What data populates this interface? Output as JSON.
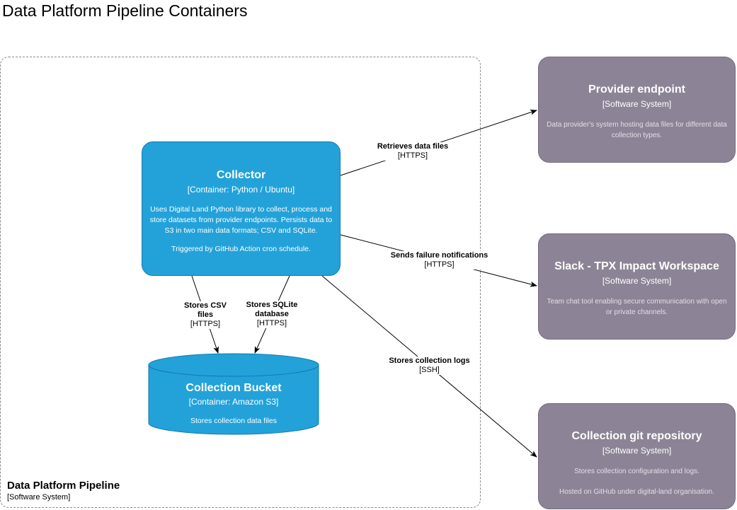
{
  "title": "Data Platform Pipeline Containers",
  "boundary": {
    "name": "Data Platform Pipeline",
    "type": "[Software System]"
  },
  "collector": {
    "name": "Collector",
    "type": "[Container: Python / Ubuntu]",
    "description": "Uses Digital Land Python library to collect, process and store datasets from provider endpoints. Persists data to S3 in two main data formats; CSV and SQLite.",
    "note": "Triggered by GitHub Action cron schedule."
  },
  "bucket": {
    "name": "Collection Bucket",
    "type": "[Container: Amazon S3]",
    "description": "Stores collection data files"
  },
  "provider": {
    "name": "Provider endpoint",
    "type": "[Software System]",
    "description": "Data provider's system hosting data files for different data collection types."
  },
  "slack": {
    "name": "Slack - TPX Impact Workspace",
    "type": "[Software System]",
    "description": "Team chat tool enabling secure communication with open or private channels."
  },
  "gitrepo": {
    "name": "Collection git repository",
    "type": "[Software System]",
    "description": "Stores collection configuration and logs.",
    "note": "Hosted on GitHub under digital-land organisation."
  },
  "relations": {
    "retrieves": {
      "label": "Retrieves data files",
      "tech": "[HTTPS]"
    },
    "failure": {
      "label": "Sends failure notifications",
      "tech": "[HTTPS]"
    },
    "logs": {
      "label": "Stores collection logs",
      "tech": "[SSH]"
    },
    "csv": {
      "label_1": "Stores CSV",
      "label_2": "files",
      "tech": "[HTTPS]"
    },
    "sqlite": {
      "label_1": "Stores SQLite",
      "label_2": "database",
      "tech": "[HTTPS]"
    }
  },
  "colors": {
    "container": "#23a2d9",
    "external": "#8c8496",
    "boundary": "#8a8a8a"
  }
}
